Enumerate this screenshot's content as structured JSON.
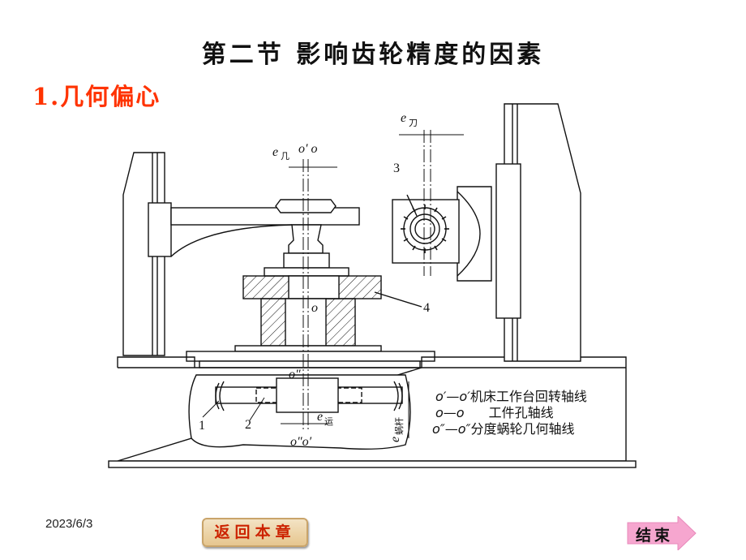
{
  "slide": {
    "title": "第二节  影响齿轮精度的因素",
    "subtitle": "1.几何偏心",
    "date": "2023/6/3"
  },
  "diagram": {
    "label_e_ji": "e",
    "label_e_ji_sub": "几",
    "label_o_prime_o": "o′ o",
    "label_e_dao": "e",
    "label_e_dao_sub": "刀",
    "label_3": "3",
    "label_4": "4",
    "label_o_center": "o",
    "label_o_double": "o″",
    "label_1": "1",
    "label_2": "2",
    "label_e_yun": "e",
    "label_e_yun_sub": "运",
    "label_o2_o1": "o″o′",
    "label_e_wogan": "e",
    "label_e_wogan_sub": "蜗杆",
    "legend": [
      {
        "sym": "o′—o′",
        "text": "机床工作台回转轴线"
      },
      {
        "sym": "o—o",
        "text": "工件孔轴线"
      },
      {
        "sym": "o″—o″",
        "text": "分度蜗轮几何轴线"
      }
    ]
  },
  "buttons": {
    "back": "返回本章",
    "end": "结束"
  }
}
